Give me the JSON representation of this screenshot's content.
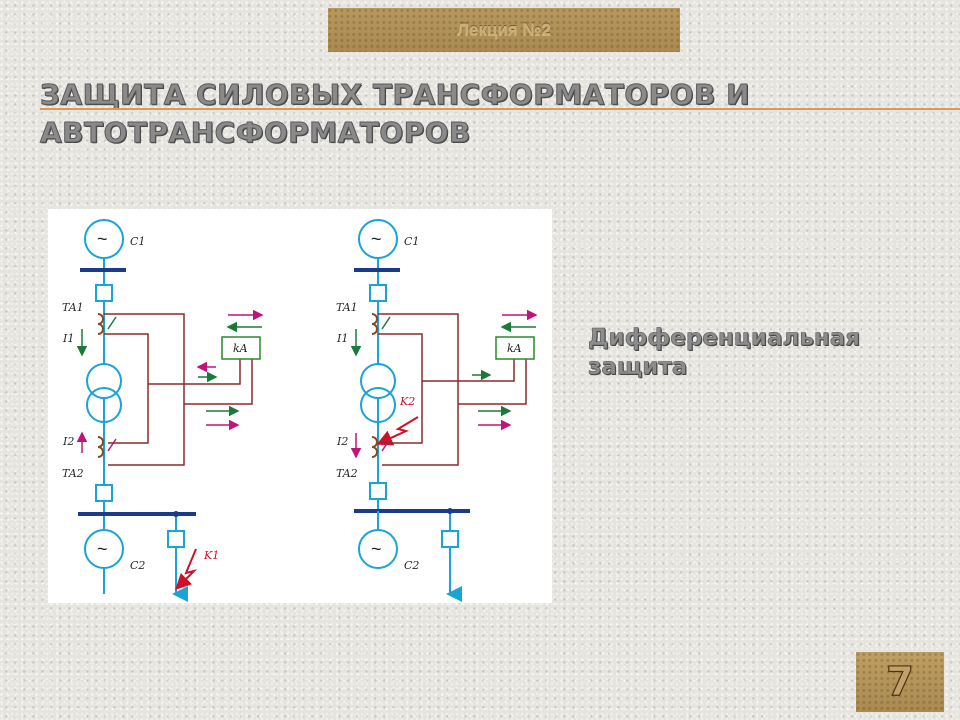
{
  "lecture_label": "Лекция №2",
  "title": {
    "line1": "ЗАЩИТА СИЛОВЫХ ТРАНСФОРМАТОРОВ И",
    "line2": "АВТОТРАНСФОРМАТОРОВ"
  },
  "caption": {
    "line1": "Дифференциальная",
    "line2": "защита"
  },
  "page_number": "7",
  "colors": {
    "accent": "#d89a55",
    "tab": "#b7995f",
    "bus": "#1a3b8a",
    "line": "#19a3d6",
    "circuit": "#8b2a2a",
    "current_green": "#1a7a3a",
    "current_magenta": "#c0147a",
    "fault": "#d0102a",
    "relay_border": "#2a8a2a"
  },
  "diagram": {
    "left": {
      "source_top_symbol": "~",
      "source_top_label": "C1",
      "ct_top_label": "TA1",
      "current_top_label": "I1",
      "current_bottom_label": "I2",
      "ct_bottom_label": "TA2",
      "source_bottom_symbol": "~",
      "source_bottom_label": "C2",
      "relay_label": "kA",
      "fault_label": "K1"
    },
    "right": {
      "source_top_symbol": "~",
      "source_top_label": "C1",
      "ct_top_label": "TA1",
      "current_top_label": "I1",
      "current_bottom_label": "I2",
      "ct_bottom_label": "TA2",
      "source_bottom_symbol": "~",
      "source_bottom_label": "C2",
      "relay_label": "kA",
      "fault_label": "K2"
    }
  }
}
